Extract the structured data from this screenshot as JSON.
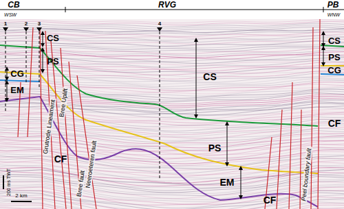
{
  "diagram": {
    "labels": [
      "CB",
      "RVG",
      "PB",
      "WSW",
      "WNW",
      "1",
      "2",
      "3",
      "4",
      "CS",
      "PS",
      "CG",
      "EM",
      "CF",
      "CS",
      "PS",
      "EM",
      "CF",
      "CS",
      "PS",
      "CG",
      "CF",
      "Grutrode Lineament",
      "Bree Uplift",
      "Bree fault",
      "Neeroeteren fault",
      "Peel boundary fault",
      "200 ms TWT",
      "2 km"
    ]
  }
}
